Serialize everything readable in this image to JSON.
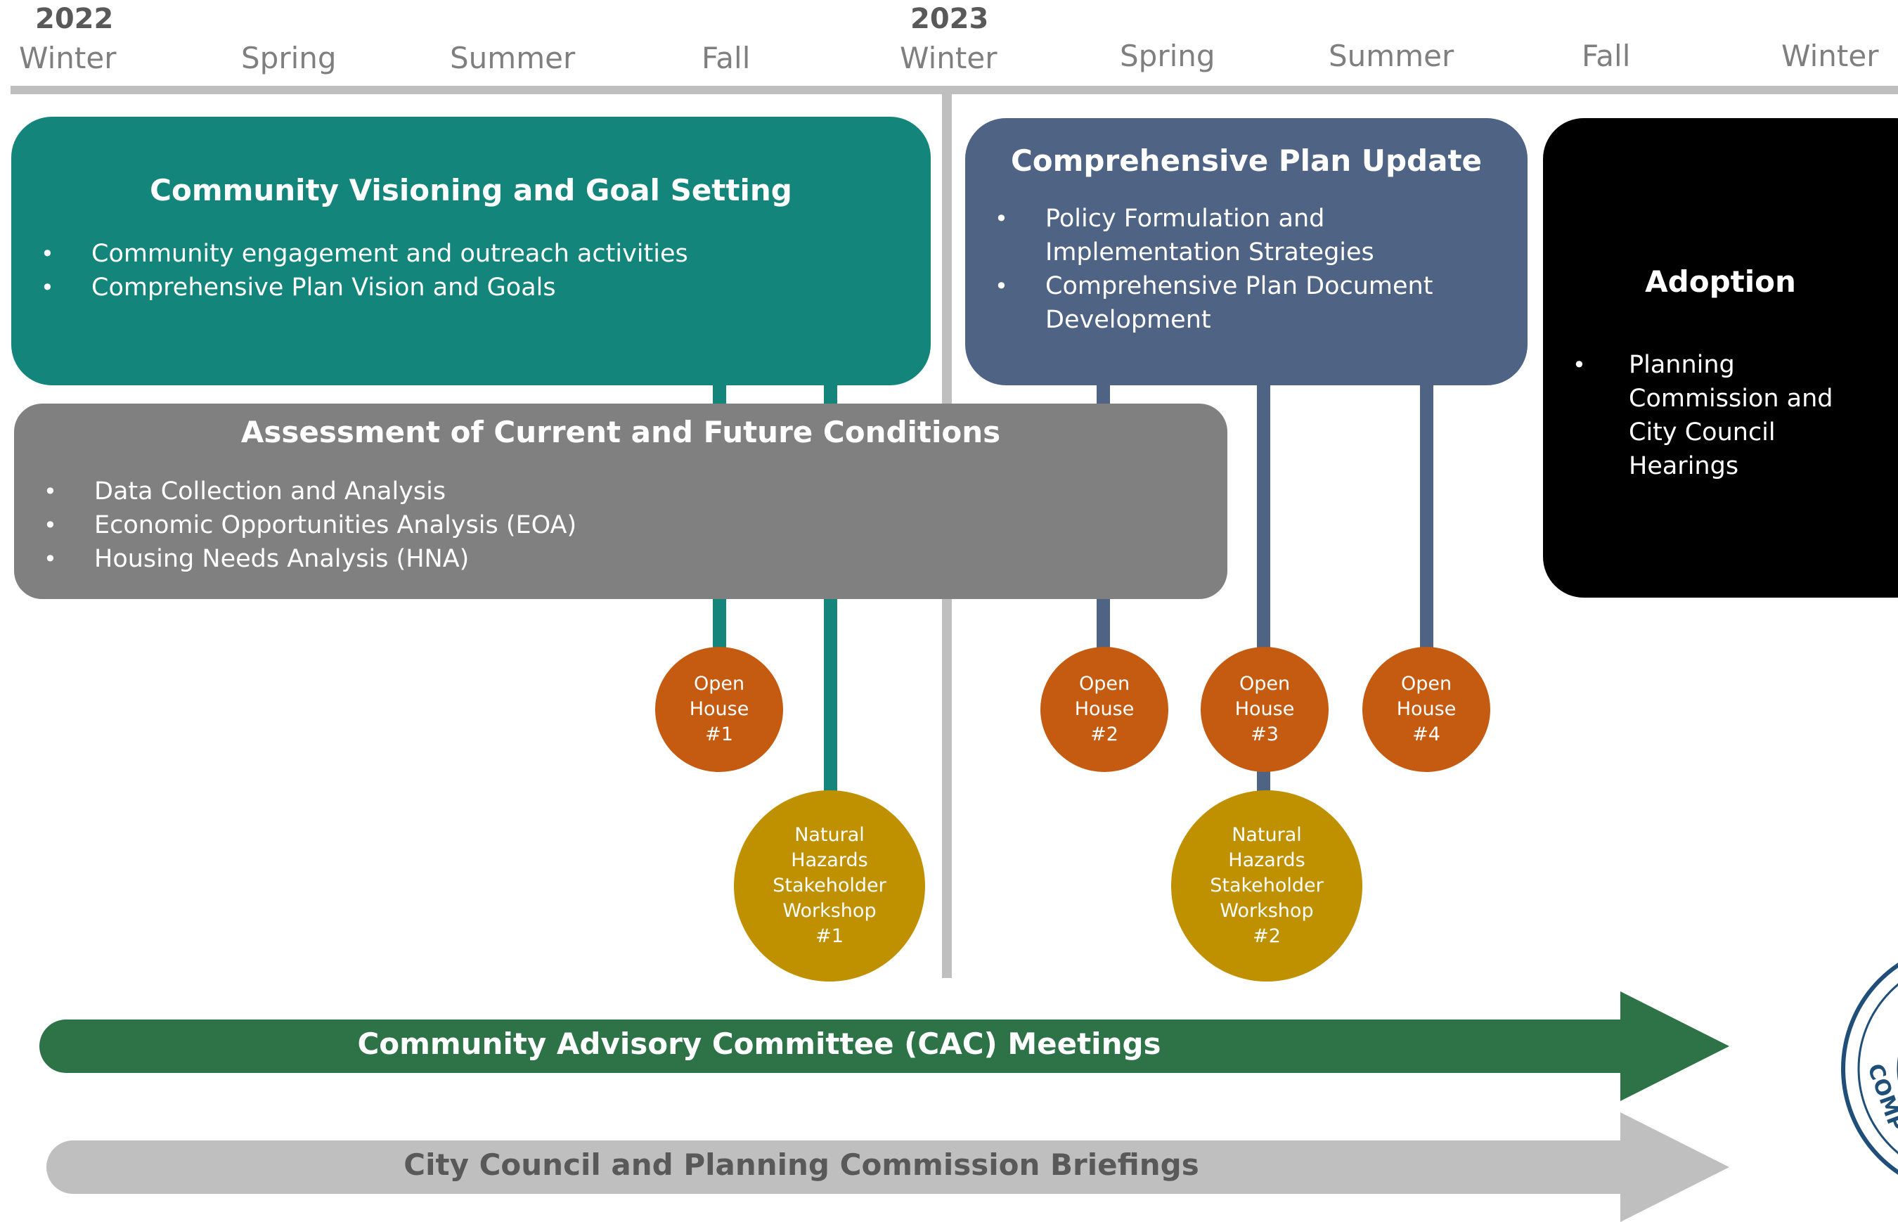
{
  "timeline": {
    "years": [
      "2022",
      "2023"
    ],
    "seasons": [
      "Winter",
      "Spring",
      "Summer",
      "Fall",
      "Winter",
      "Spring",
      "Summer",
      "Fall",
      "Winter"
    ]
  },
  "phases": {
    "visioning": {
      "title": "Community Visioning and Goal Setting",
      "bullets": [
        "Community engagement and outreach activities",
        "Comprehensive Plan Vision and Goals"
      ],
      "color": "#13857A"
    },
    "plan_update": {
      "title": "Comprehensive Plan Update",
      "bullets": [
        "Policy Formulation and Implementation Strategies",
        "Comprehensive Plan Document Development"
      ],
      "color": "#4F6384"
    },
    "adoption": {
      "title": "Adoption",
      "bullets": [
        "Planning Commission and City Council Hearings"
      ],
      "color": "#000000"
    },
    "assessment": {
      "title": "Assessment of Current and Future Conditions",
      "bullets": [
        "Data Collection and Analysis",
        "Economic Opportunities Analysis (EOA)",
        "Housing Needs Analysis (HNA)"
      ],
      "color": "#808080"
    }
  },
  "events": {
    "open_houses": [
      "Open\nHouse\n#1",
      "Open\nHouse\n#2",
      "Open\nHouse\n#3",
      "Open\nHouse\n#4"
    ],
    "workshops": [
      "Natural\nHazards\nStakeholder\nWorkshop\n#1",
      "Natural\nHazards\nStakeholder\nWorkshop\n#2"
    ],
    "open_house_color": "#C55A11",
    "workshop_color": "#BF9000"
  },
  "arrows": {
    "cac": {
      "label": "Community Advisory Committee (CAC) Meetings",
      "color": "#2E7248"
    },
    "briefings": {
      "label": "City Council and Planning Commission Briefings",
      "color": "#BFBFBF"
    }
  },
  "seal": {
    "text": "COMP",
    "color": "#1F4E79"
  }
}
